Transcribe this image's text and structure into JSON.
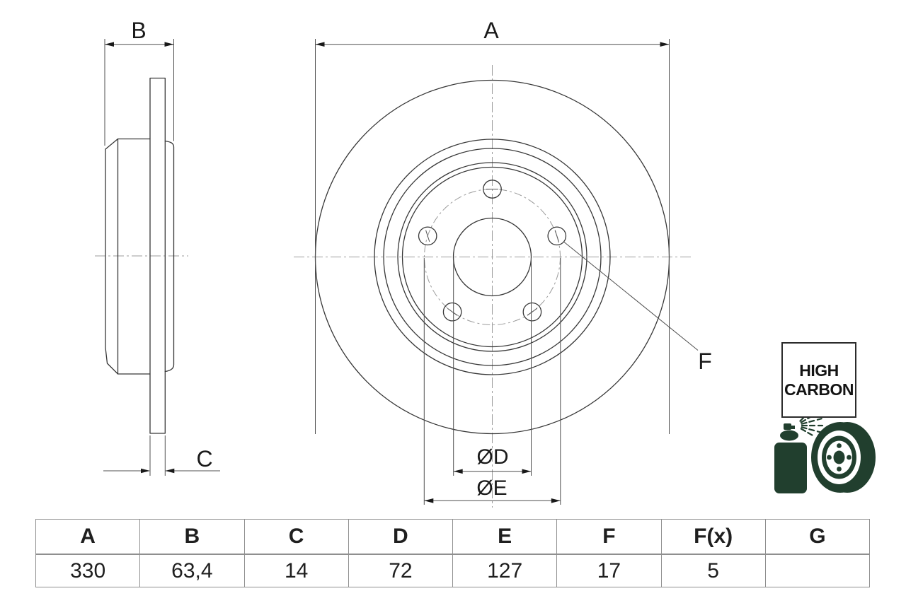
{
  "drawing": {
    "dimension_labels": {
      "A": "A",
      "B": "B",
      "C": "C",
      "D": "ØD",
      "E": "ØE",
      "F": "F"
    }
  },
  "badge": {
    "line1": "HIGH",
    "line2": "CARBON"
  },
  "icon": {
    "name": "spray-coated-disc",
    "color": "#213f2e"
  },
  "table": {
    "headers": [
      "A",
      "B",
      "C",
      "D",
      "E",
      "F",
      "F(x)",
      "G"
    ],
    "values": [
      "330",
      "63,4",
      "14",
      "72",
      "127",
      "17",
      "5",
      ""
    ]
  },
  "colors": {
    "outline": "#373737",
    "centerline": "#9b9b9b",
    "dimension": "#4f4f4f",
    "table_border": "#8f8f8f",
    "text": "#1a1a1a",
    "icon_green": "#213f2e"
  }
}
